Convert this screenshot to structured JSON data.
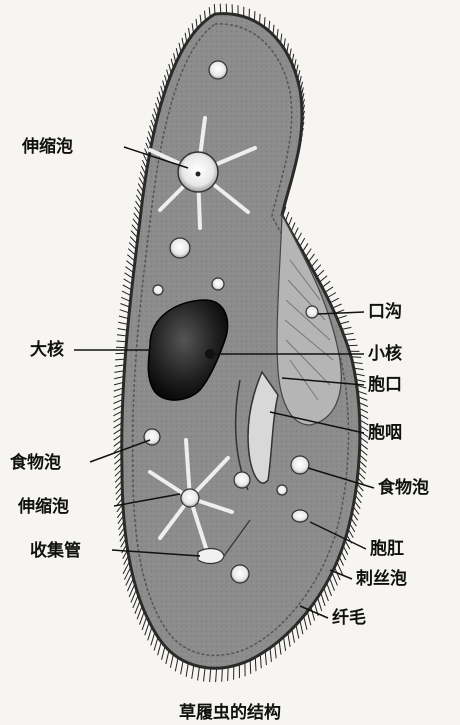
{
  "diagram": {
    "caption": "草履虫的结构",
    "labels": {
      "contractile_vacuole_top": "伸缩泡",
      "macronucleus": "大核",
      "food_vacuole_left": "食物泡",
      "contractile_vacuole_bottom": "伸缩泡",
      "collecting_canal": "收集管",
      "oral_groove": "口沟",
      "micronucleus": "小核",
      "cytostome": "胞口",
      "cytopharynx": "胞咽",
      "food_vacuole_right": "食物泡",
      "cytoproct": "胞肛",
      "trichocyst": "刺丝泡",
      "cilia": "纤毛"
    }
  },
  "colors": {
    "body_fill": "#8a8a8a",
    "membrane": "#2a2a2a",
    "nucleus": "#1a1a1a",
    "vacuole": "#f2f2f2",
    "background": "#f7f5f1"
  }
}
